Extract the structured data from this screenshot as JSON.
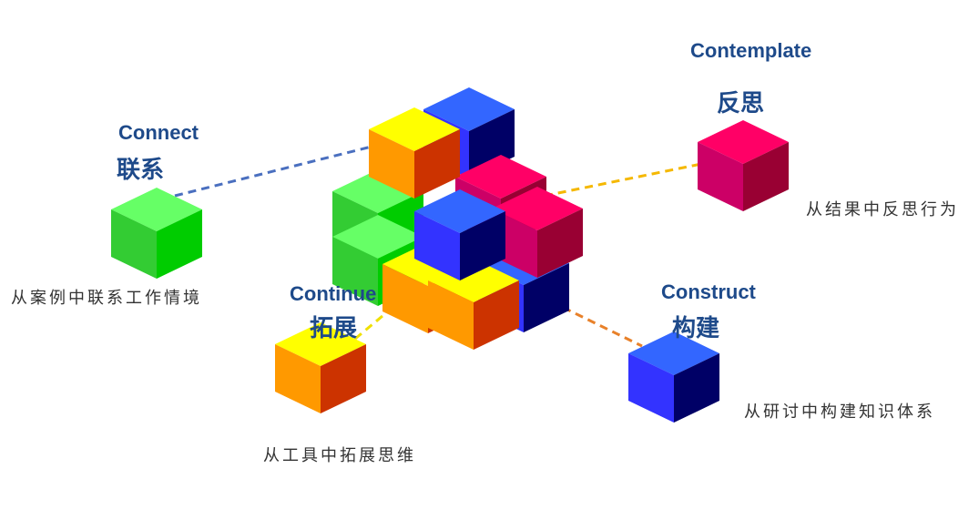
{
  "colors": {
    "title": "#1e4a8a",
    "description": "#333333",
    "connect_line": "#4a6fbf",
    "contemplate_line": "#f5b800",
    "continue_line": "#f0e000",
    "construct_line": "#e8812a"
  },
  "cube_palette": {
    "green": {
      "top": "#66ff66",
      "left": "#33cc33",
      "right": "#00cc00"
    },
    "yellow": {
      "top": "#ffff00",
      "left": "#ff9900",
      "right": "#cc3300"
    },
    "blue": {
      "top": "#3366ff",
      "left": "#3333ff",
      "right": "#000066"
    },
    "pink": {
      "top": "#ff0066",
      "left": "#cc0066",
      "right": "#990033"
    }
  },
  "sections": {
    "connect": {
      "en": "Connect",
      "cn": "联系",
      "desc": "从案例中联系工作情境"
    },
    "contemplate": {
      "en": "Contemplate",
      "cn": "反思",
      "desc": "从结果中反思行为"
    },
    "continue": {
      "en": "Continue",
      "cn": "拓展",
      "desc": "从工具中拓展思维"
    },
    "construct": {
      "en": "Construct",
      "cn": "构建",
      "desc": "从研讨中构建知识体系"
    }
  }
}
